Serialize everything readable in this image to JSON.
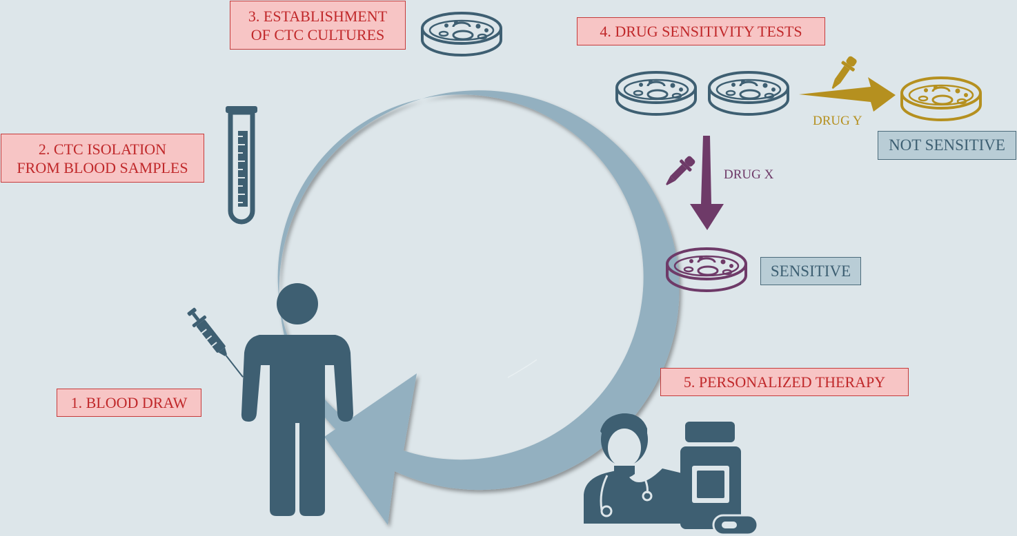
{
  "steps": {
    "step1": "1. BLOOD DRAW",
    "step2_line1": "2. CTC ISOLATION",
    "step2_line2": "FROM BLOOD SAMPLES",
    "step3_line1": "3. ESTABLISHMENT",
    "step3_line2": "OF CTC CULTURES",
    "step4": "4. DRUG SENSITIVITY TESTS",
    "step5": "5. PERSONALIZED THERAPY"
  },
  "results": {
    "not_sensitive": "NOT SENSITIVE",
    "sensitive": "SENSITIVE"
  },
  "drugs": {
    "drug_y": "DRUG Y",
    "drug_x": "DRUG X"
  },
  "colors": {
    "background": "#dde6ea",
    "cycle_arrow": "#93b0c0",
    "icon_dark": "#3e5f72",
    "drug_y": "#b5901f",
    "drug_x": "#6e3a68",
    "step_fill": "#f7c5c5",
    "step_text": "#c0282a",
    "result_fill": "#b9cdd6"
  }
}
